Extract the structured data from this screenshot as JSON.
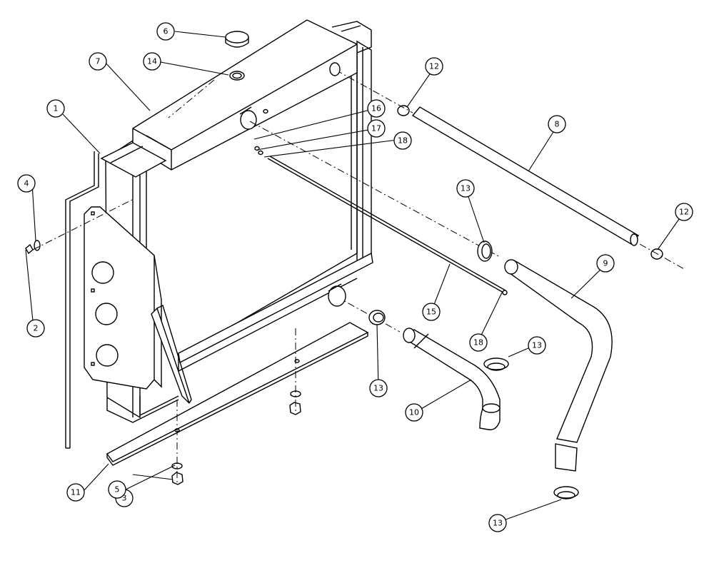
{
  "diagram": {
    "callouts": {
      "c1": "1",
      "c2": "2",
      "c3": "3",
      "c4": "4",
      "c5": "5",
      "c6": "6",
      "c7": "7",
      "c8": "8",
      "c9": "9",
      "c10": "10",
      "c11": "11",
      "c12a": "12",
      "c12b": "12",
      "c13a": "13",
      "c13b": "13",
      "c13c": "13",
      "c13d": "13",
      "c14": "14",
      "c15": "15",
      "c16": "16",
      "c17": "17",
      "c18a": "18",
      "c18b": "18"
    }
  }
}
